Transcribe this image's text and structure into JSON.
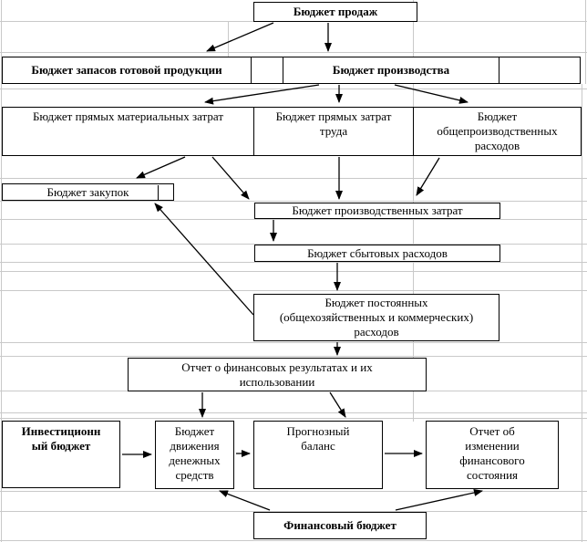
{
  "diagram": {
    "nodes": {
      "sales": {
        "lines": [
          "Бюджет продаж"
        ]
      },
      "inventory": {
        "lines": [
          "Бюджет запасов готовой продукции"
        ]
      },
      "production": {
        "lines": [
          "Бюджет производства"
        ]
      },
      "materials": {
        "lines": [
          "Бюджет прямых материальных затрат"
        ]
      },
      "labor": {
        "lines": [
          "Бюджет прямых затрат",
          "труда"
        ]
      },
      "overhead": {
        "lines": [
          "Бюджет",
          "общепроизводственных",
          "расходов"
        ]
      },
      "purchases": {
        "lines": [
          "Бюджет закупок"
        ]
      },
      "production_costs": {
        "lines": [
          "Бюджет производственных затрат"
        ]
      },
      "selling_expenses": {
        "lines": [
          "Бюджет сбытовых расходов"
        ]
      },
      "fixed_expenses": {
        "lines": [
          "Бюджет постоянных",
          "(общехозяйственных и коммерческих)",
          "расходов"
        ]
      },
      "financial_results": {
        "lines": [
          "Отчет о финансовых результатах и их",
          "использовании"
        ]
      },
      "investment": {
        "lines": [
          "Инвестиционн",
          "ый бюджет"
        ]
      },
      "cash_flow": {
        "lines": [
          "Бюджет",
          "движения",
          "денежных",
          "средств"
        ]
      },
      "forecast_balance": {
        "lines": [
          "Прогнозный",
          "баланс"
        ]
      },
      "state_changes": {
        "lines": [
          "Отчет об",
          "изменении",
          "финансового",
          "состояния"
        ]
      },
      "financial": {
        "lines": [
          "Финансовый бюджет"
        ]
      }
    },
    "edges": [
      {
        "from": "sales",
        "to": "inventory"
      },
      {
        "from": "sales",
        "to": "production"
      },
      {
        "from": "production",
        "to": "materials"
      },
      {
        "from": "production",
        "to": "labor"
      },
      {
        "from": "production",
        "to": "overhead"
      },
      {
        "from": "materials",
        "to": "purchases"
      },
      {
        "from": "materials",
        "to": "production_costs"
      },
      {
        "from": "labor",
        "to": "production_costs"
      },
      {
        "from": "overhead",
        "to": "production_costs"
      },
      {
        "from": "fixed_expenses",
        "to": "purchases"
      },
      {
        "from": "production_costs",
        "to": "selling_expenses"
      },
      {
        "from": "selling_expenses",
        "to": "fixed_expenses"
      },
      {
        "from": "fixed_expenses",
        "to": "financial_results"
      },
      {
        "from": "financial_results",
        "to": "cash_flow"
      },
      {
        "from": "financial_results",
        "to": "forecast_balance"
      },
      {
        "from": "investment",
        "to": "cash_flow"
      },
      {
        "from": "cash_flow",
        "to": "forecast_balance"
      },
      {
        "from": "forecast_balance",
        "to": "state_changes"
      },
      {
        "from": "financial",
        "to": "cash_flow"
      },
      {
        "from": "financial",
        "to": "state_changes"
      }
    ],
    "colors": {
      "border": "#000000",
      "gridline": "#c9c9c9",
      "background": "#ffffff",
      "text": "#000000"
    }
  }
}
